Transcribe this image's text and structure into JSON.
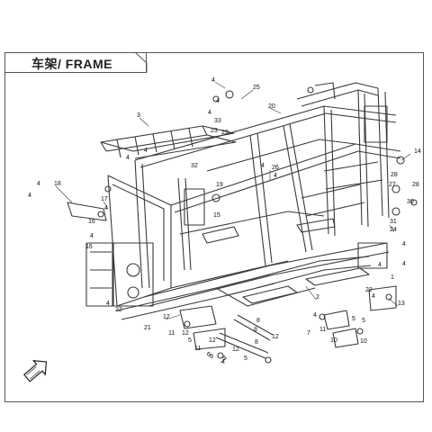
{
  "title": "车架/ FRAME",
  "callouts": [
    {
      "id": "c1",
      "label": "4"
    },
    {
      "id": "c2",
      "label": "25"
    },
    {
      "id": "c3",
      "label": "4"
    },
    {
      "id": "c4",
      "label": "20"
    },
    {
      "id": "c5",
      "label": "4"
    },
    {
      "id": "c6",
      "label": "33"
    },
    {
      "id": "c7",
      "label": "23"
    },
    {
      "id": "c8",
      "label": "29"
    },
    {
      "id": "c9",
      "label": "3"
    },
    {
      "id": "c10",
      "label": "4"
    },
    {
      "id": "c11",
      "label": "4"
    },
    {
      "id": "c12",
      "label": "14"
    },
    {
      "id": "c13",
      "label": "32"
    },
    {
      "id": "c14",
      "label": "4"
    },
    {
      "id": "c15",
      "label": "26"
    },
    {
      "id": "c16",
      "label": "28"
    },
    {
      "id": "c17",
      "label": "4"
    },
    {
      "id": "c18",
      "label": "27"
    },
    {
      "id": "c19",
      "label": "28"
    },
    {
      "id": "c20",
      "label": "30"
    },
    {
      "id": "c21",
      "label": "19"
    },
    {
      "id": "c22",
      "label": "4"
    },
    {
      "id": "c23",
      "label": "18"
    },
    {
      "id": "c24",
      "label": "4"
    },
    {
      "id": "c25",
      "label": "17"
    },
    {
      "id": "c26",
      "label": "4"
    },
    {
      "id": "c27",
      "label": "16"
    },
    {
      "id": "c28",
      "label": "15"
    },
    {
      "id": "c29",
      "label": "31"
    },
    {
      "id": "c30",
      "label": "24"
    },
    {
      "id": "c31",
      "label": "4"
    },
    {
      "id": "c32",
      "label": "4"
    },
    {
      "id": "c33",
      "label": "16"
    },
    {
      "id": "c34",
      "label": "4"
    },
    {
      "id": "c35",
      "label": "4"
    },
    {
      "id": "c36",
      "label": "1"
    },
    {
      "id": "c37",
      "label": "22"
    },
    {
      "id": "c38",
      "label": "4"
    },
    {
      "id": "c39",
      "label": "13"
    },
    {
      "id": "c40",
      "label": "2"
    },
    {
      "id": "c41",
      "label": "22"
    },
    {
      "id": "c42",
      "label": "4"
    },
    {
      "id": "c43",
      "label": "12"
    },
    {
      "id": "c44",
      "label": "8"
    },
    {
      "id": "c45",
      "label": "5"
    },
    {
      "id": "c46",
      "label": "11"
    },
    {
      "id": "c47",
      "label": "12"
    },
    {
      "id": "c48",
      "label": "21"
    },
    {
      "id": "c49",
      "label": "8"
    },
    {
      "id": "c50",
      "label": "5"
    },
    {
      "id": "c51",
      "label": "12"
    },
    {
      "id": "c52",
      "label": "5"
    },
    {
      "id": "c53",
      "label": "7"
    },
    {
      "id": "c54",
      "label": "8"
    },
    {
      "id": "c55",
      "label": "11"
    },
    {
      "id": "c56",
      "label": "10"
    },
    {
      "id": "c57",
      "label": "12"
    },
    {
      "id": "c58",
      "label": "10"
    },
    {
      "id": "c59",
      "label": "9"
    },
    {
      "id": "c60",
      "label": "6"
    },
    {
      "id": "c61",
      "label": "5"
    },
    {
      "id": "c62",
      "label": "12"
    },
    {
      "id": "c63",
      "label": "9"
    },
    {
      "id": "c64",
      "label": "4"
    },
    {
      "id": "c65",
      "label": "4"
    },
    {
      "id": "c66",
      "label": "11"
    }
  ],
  "colors": {
    "line": "#3a3a3a",
    "border": "#555555",
    "callout": "#111111"
  },
  "icons": {
    "front_arrow": "front-direction-arrow-icon"
  }
}
